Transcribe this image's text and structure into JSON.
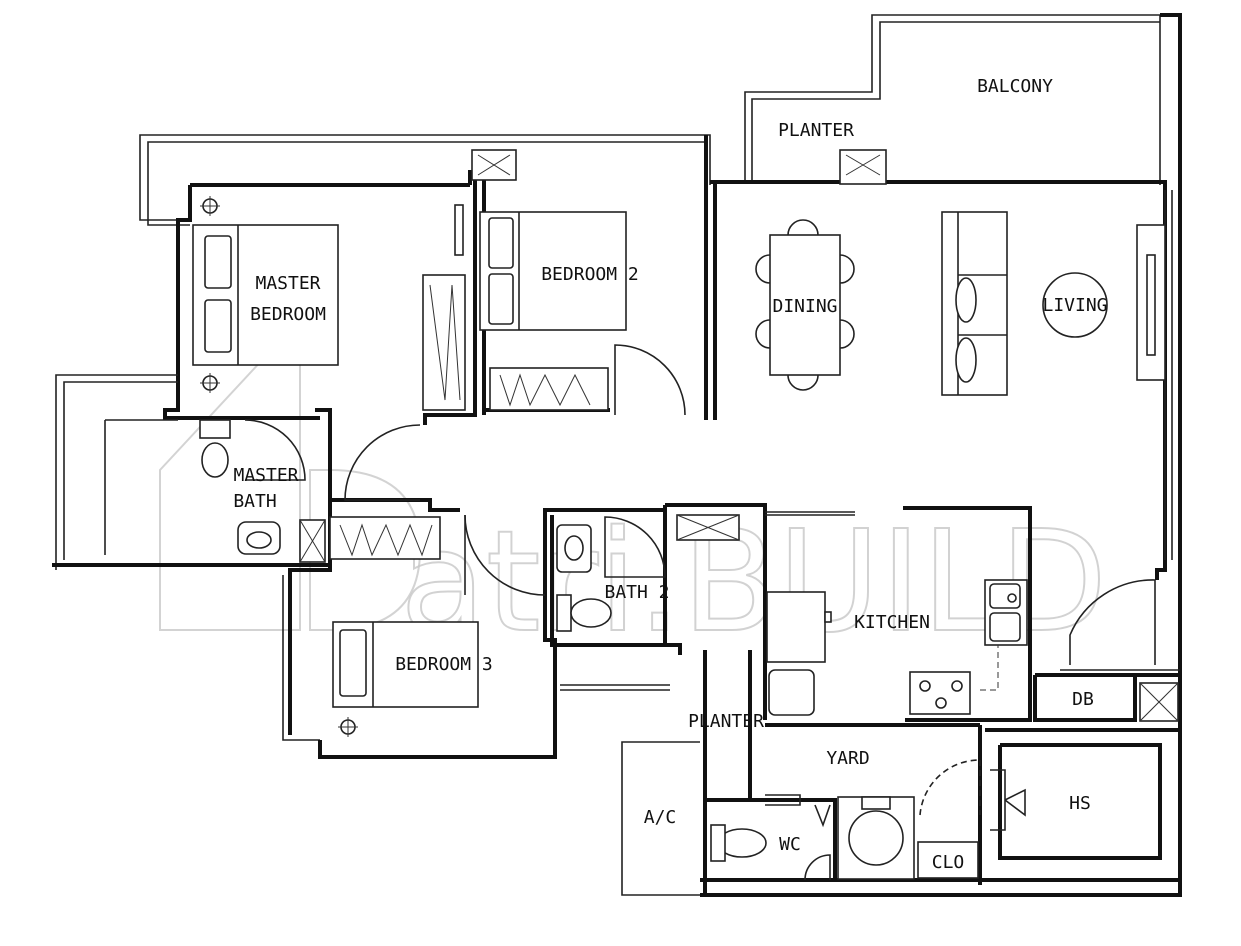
{
  "watermark": "atri.BUILD",
  "rooms": {
    "balcony": "BALCONY",
    "planter_top": "PLANTER",
    "master_bedroom_1": "MASTER",
    "master_bedroom_2": "BEDROOM",
    "bedroom2": "BEDROOM 2",
    "dining": "DINING",
    "living": "LIVING",
    "master_bath_1": "MASTER",
    "master_bath_2": "BATH",
    "bath2": "BATH 2",
    "kitchen": "KITCHEN",
    "bedroom3": "BEDROOM 3",
    "db": "DB",
    "planter_bottom": "PLANTER",
    "yard": "YARD",
    "ac": "A/C",
    "wc": "WC",
    "hs": "HS",
    "clo": "CLO"
  }
}
